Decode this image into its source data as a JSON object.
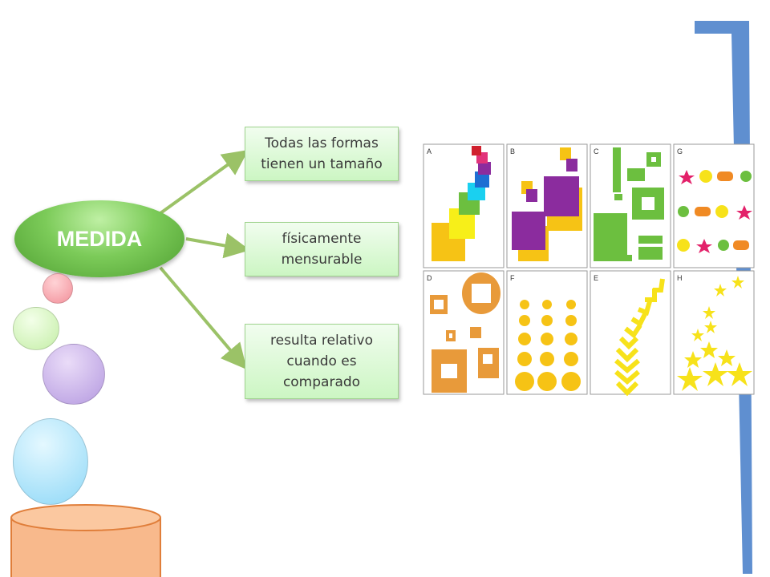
{
  "center": {
    "label": "MEDIDA"
  },
  "nodes": [
    {
      "label": "Todas las formas tienen un tamaño"
    },
    {
      "label": "físicamente mensurable"
    },
    {
      "label": "resulta relativo cuando es comparado"
    }
  ],
  "panels": [
    {
      "letter": "A"
    },
    {
      "letter": "B"
    },
    {
      "letter": "C"
    },
    {
      "letter": "G"
    },
    {
      "letter": "D"
    },
    {
      "letter": "F"
    },
    {
      "letter": "E"
    },
    {
      "letter": "H"
    }
  ],
  "colors": {
    "main_node": "#6cc04a",
    "node_fill": "#d3f7cc",
    "connector": "#9bc267",
    "blue_bar": "#5f8fd0"
  }
}
